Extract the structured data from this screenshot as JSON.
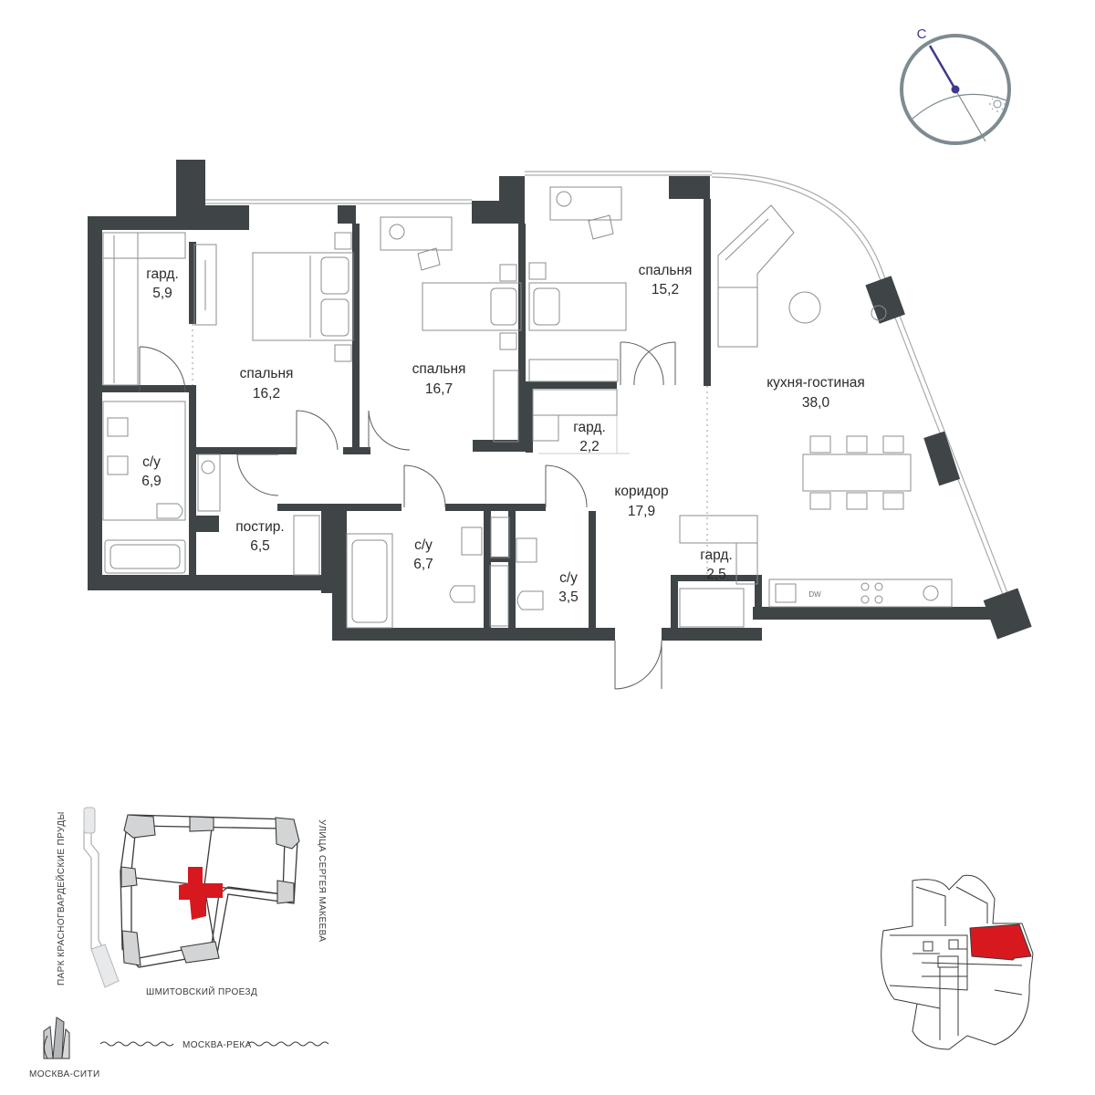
{
  "colors": {
    "wall": "#3f4447",
    "compass_ring": "#7e8b91",
    "compass_needle": "#3d3a8c",
    "highlight": "#d7191f",
    "building_outline": "#3a3a3a"
  },
  "compass": {
    "north_label": "С",
    "sun_icon": "sun-icon"
  },
  "rooms": [
    {
      "id": "wardrobe-1",
      "name": "гард.",
      "area": "5,9"
    },
    {
      "id": "bedroom-1",
      "name": "спальня",
      "area": "16,2"
    },
    {
      "id": "bedroom-2",
      "name": "спальня",
      "area": "16,7"
    },
    {
      "id": "bedroom-3",
      "name": "спальня",
      "area": "15,2"
    },
    {
      "id": "kitchen-living",
      "name": "кухня-гостиная",
      "area": "38,0"
    },
    {
      "id": "bathroom-1",
      "name": "с/у",
      "area": "6,9"
    },
    {
      "id": "wardrobe-2",
      "name": "гард.",
      "area": "2,2"
    },
    {
      "id": "corridor",
      "name": "коридор",
      "area": "17,9"
    },
    {
      "id": "laundry",
      "name": "постир.",
      "area": "6,5"
    },
    {
      "id": "bathroom-2",
      "name": "с/у",
      "area": "6,7"
    },
    {
      "id": "bathroom-3",
      "name": "с/у",
      "area": "3,5"
    },
    {
      "id": "wardrobe-3",
      "name": "гард.",
      "area": "2,5"
    }
  ],
  "appliance_label": "DW",
  "site_plan": {
    "park": "ПАРК КРАСНОГВАРДЕЙСКИЕ ПРУДЫ",
    "street_right": "УЛИЦА СЕРГЕЯ МАКЕЕВА",
    "street_bottom": "ШМИТОВСКИЙ ПРОЕЗД",
    "river": "МОСКВА-РЕКА",
    "city_logo": "МОСКВА-СИТИ"
  }
}
